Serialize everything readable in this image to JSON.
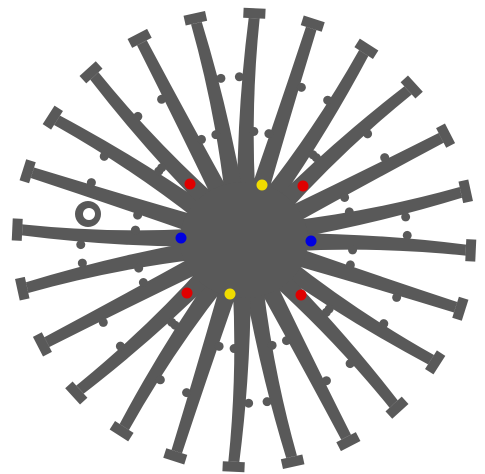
{
  "shape": {
    "fill": "#595959",
    "arm_count": 24,
    "arm_notch_count": 7
  },
  "markers": [
    {
      "id": "red-upper-left",
      "color": "#e00000"
    },
    {
      "id": "yellow-upper",
      "color": "#f0dc00"
    },
    {
      "id": "red-upper-right",
      "color": "#e00000"
    },
    {
      "id": "blue-left",
      "color": "#0000e0"
    },
    {
      "id": "blue-right",
      "color": "#0000e0"
    },
    {
      "id": "red-lower-left",
      "color": "#e00000"
    },
    {
      "id": "yellow-lower",
      "color": "#f0dc00"
    },
    {
      "id": "red-lower-right",
      "color": "#e00000"
    }
  ]
}
